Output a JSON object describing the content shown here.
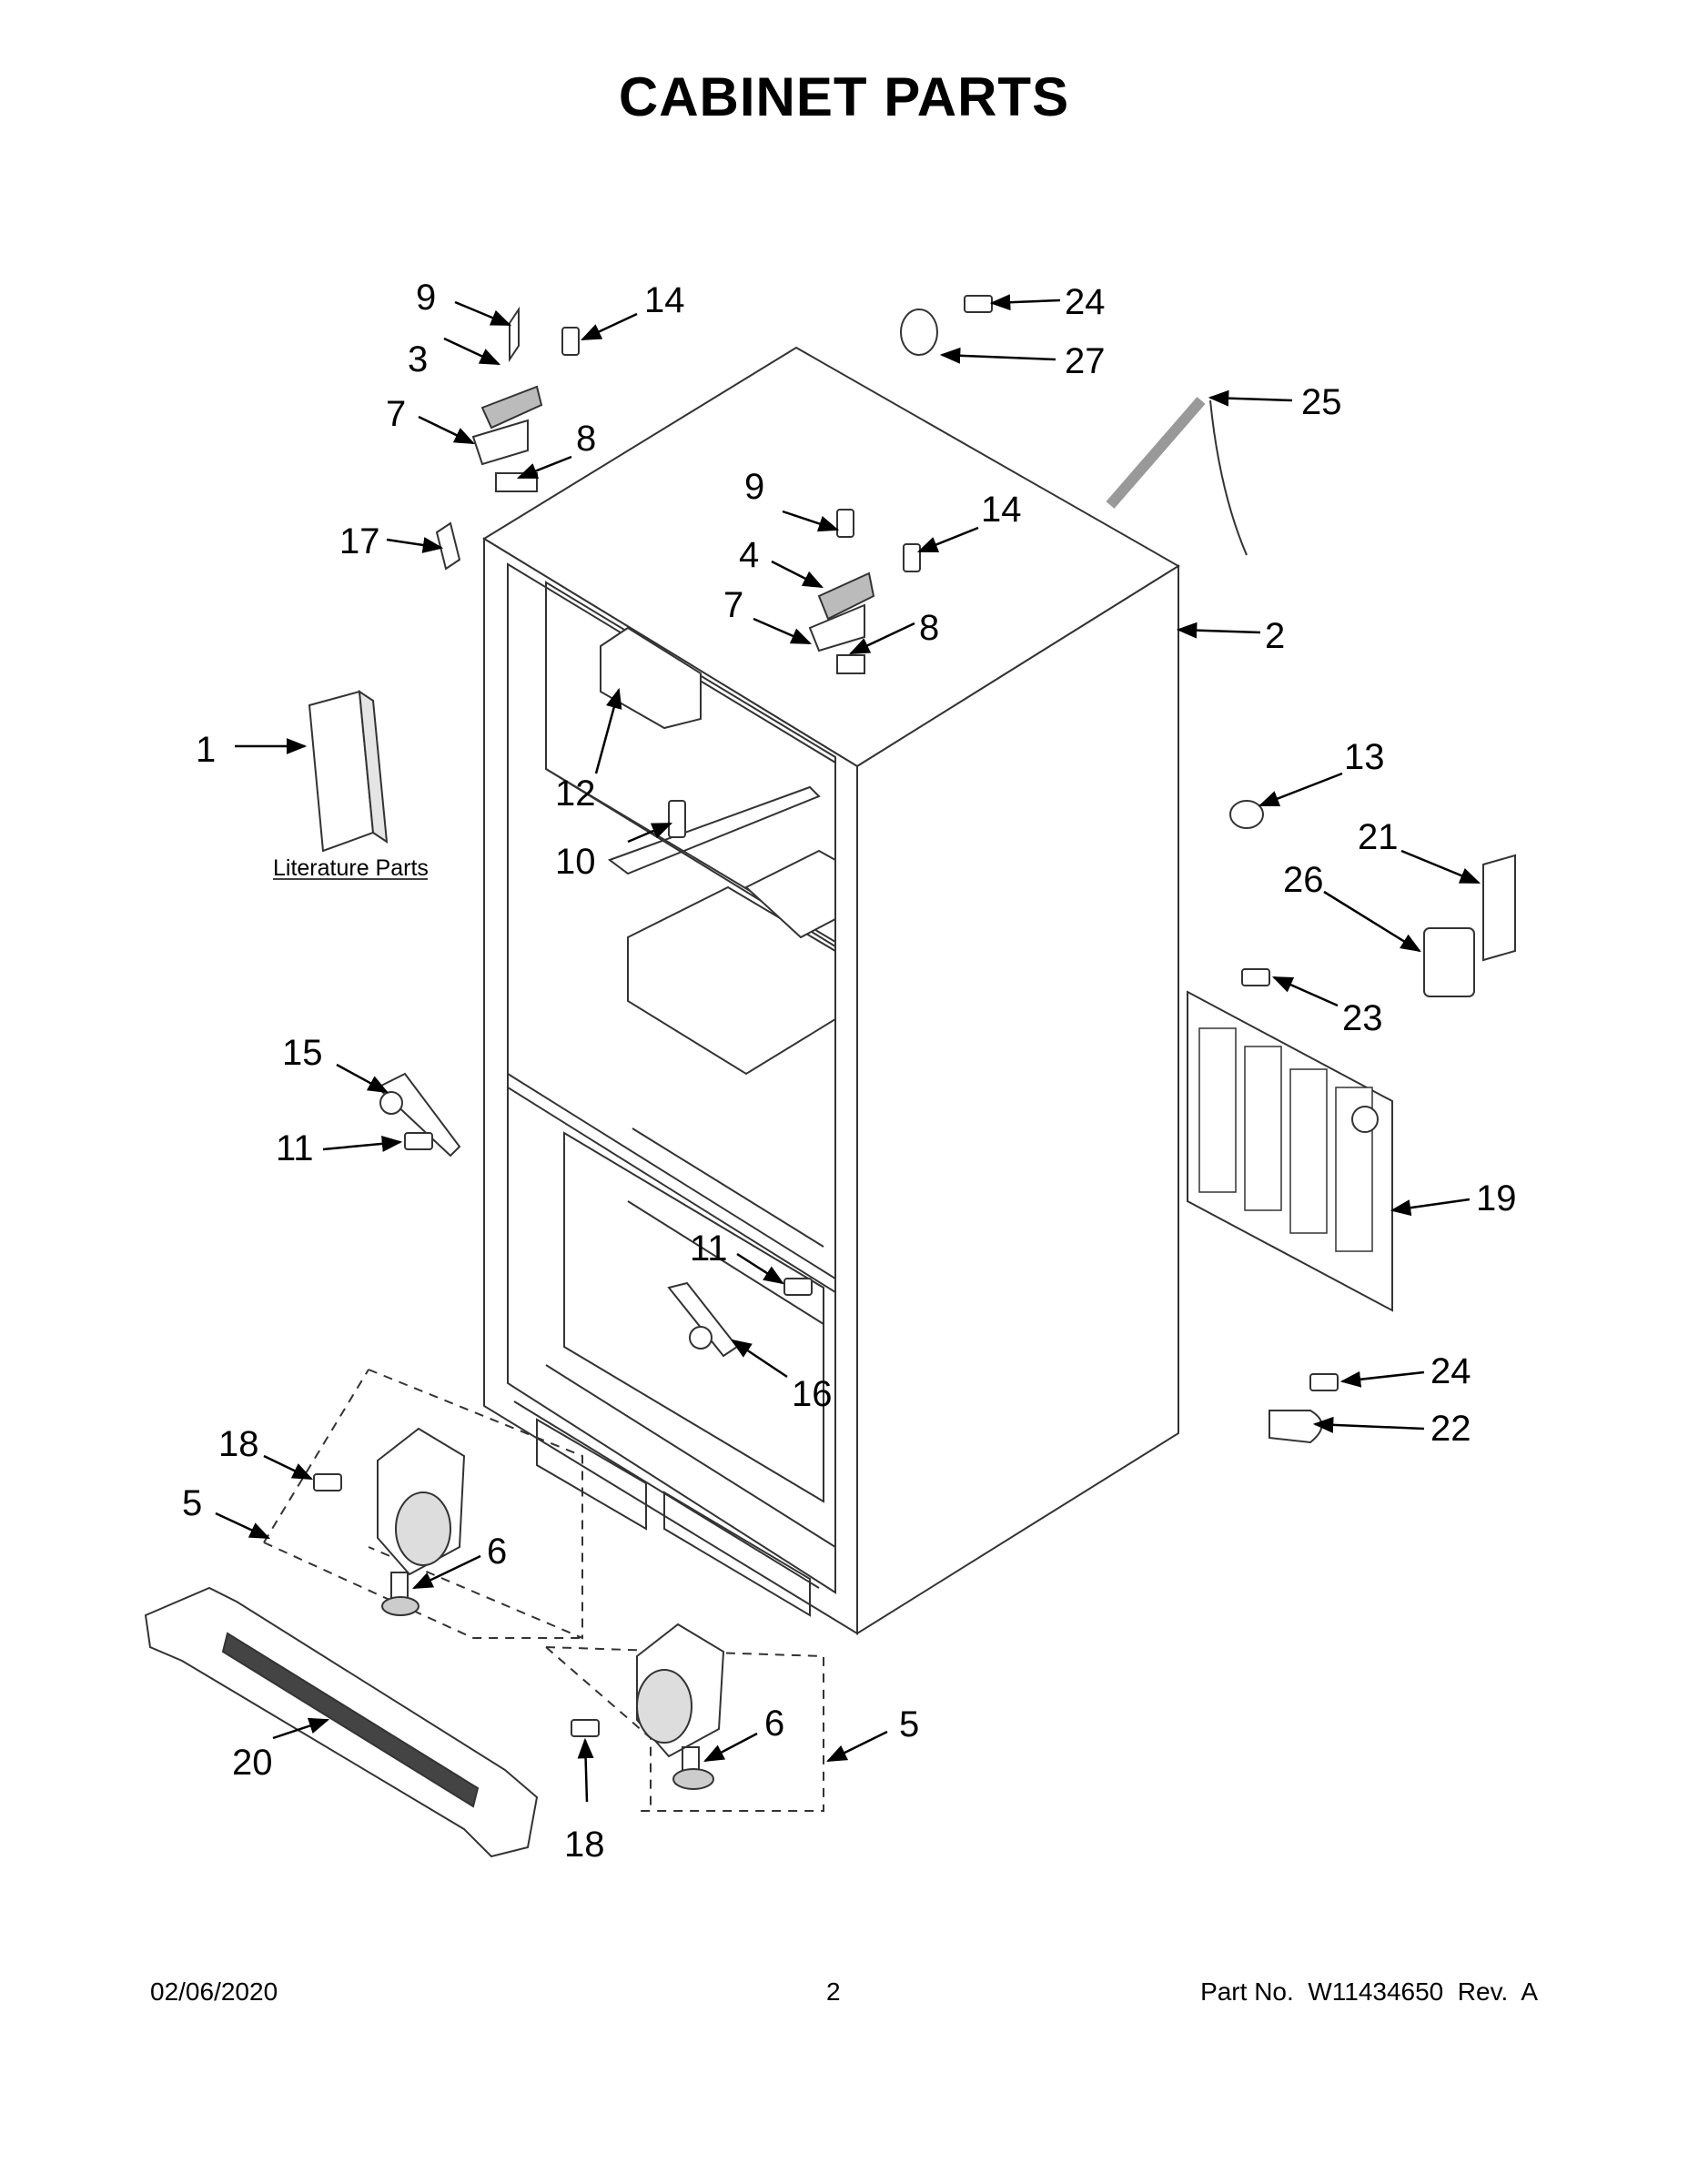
{
  "title": "CABINET PARTS",
  "literature_label": "Literature Parts",
  "footer": {
    "date": "02/06/2020",
    "page": "2",
    "part_no": "Part No.  W11434650  Rev.  A"
  },
  "callouts": [
    "9",
    "14",
    "24",
    "3",
    "27",
    "25",
    "7",
    "8",
    "17",
    "9",
    "14",
    "4",
    "7",
    "8",
    "2",
    "1",
    "12",
    "10",
    "13",
    "21",
    "26",
    "23",
    "15",
    "11",
    "19",
    "11",
    "16",
    "24",
    "22",
    "18",
    "6",
    "5",
    "6",
    "5",
    "20",
    "18"
  ]
}
